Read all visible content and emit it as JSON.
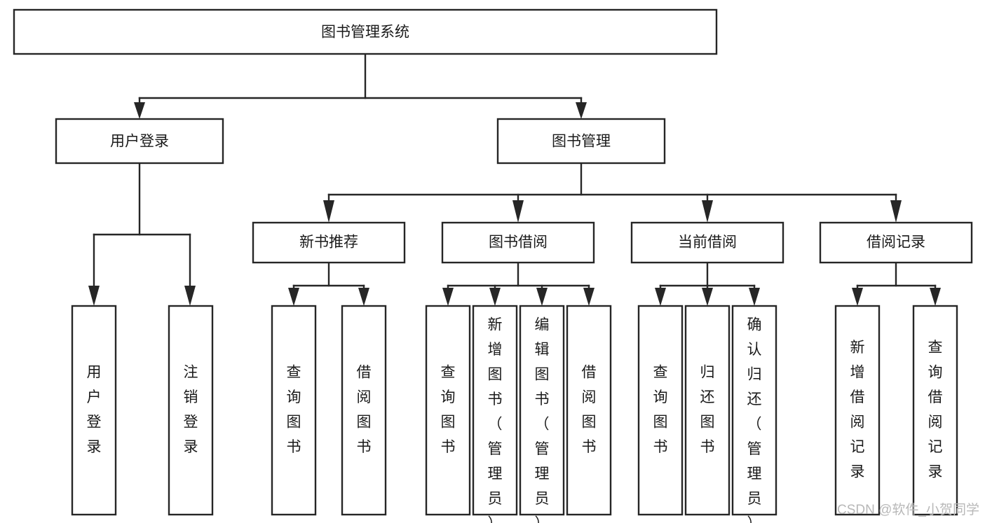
{
  "diagram": {
    "type": "tree",
    "title_node": "图书管理系统",
    "watermark": "CSDN @软件_小贺同学",
    "colors": {
      "box_stroke": "#262626",
      "box_fill": "#ffffff",
      "text": "#1a1a1a",
      "connector": "#262626",
      "watermark": "#b8b8b8",
      "background": "#ffffff"
    },
    "levels": {
      "level0": [
        {
          "id": "root",
          "label": "图书管理系统"
        }
      ],
      "level1": [
        {
          "id": "user-login",
          "label": "用户登录"
        },
        {
          "id": "book-manage",
          "label": "图书管理"
        }
      ],
      "level2": [
        {
          "id": "new-book-rec",
          "label": "新书推荐",
          "parent": "book-manage"
        },
        {
          "id": "book-borrow",
          "label": "图书借阅",
          "parent": "book-manage"
        },
        {
          "id": "current-borrow",
          "label": "当前借阅",
          "parent": "book-manage"
        },
        {
          "id": "borrow-record",
          "label": "借阅记录",
          "parent": "book-manage"
        }
      ],
      "level3": [
        {
          "id": "leaf-user-login",
          "label": "用户登录",
          "parent": "user-login"
        },
        {
          "id": "leaf-user-logout",
          "label": "注销登录",
          "parent": "user-login"
        },
        {
          "id": "leaf-query-book-1",
          "label": "查询图书",
          "parent": "new-book-rec"
        },
        {
          "id": "leaf-borrow-book-1",
          "label": "借阅图书",
          "parent": "new-book-rec"
        },
        {
          "id": "leaf-query-book-2",
          "label": "查询图书",
          "parent": "book-borrow"
        },
        {
          "id": "leaf-add-book",
          "label": "新增图书（管理员）",
          "parent": "book-borrow"
        },
        {
          "id": "leaf-edit-book",
          "label": "编辑图书（管理员）",
          "parent": "book-borrow"
        },
        {
          "id": "leaf-borrow-book-2",
          "label": "借阅图书",
          "parent": "book-borrow"
        },
        {
          "id": "leaf-query-book-3",
          "label": "查询图书",
          "parent": "current-borrow"
        },
        {
          "id": "leaf-return-book",
          "label": "归还图书",
          "parent": "current-borrow"
        },
        {
          "id": "leaf-confirm-return",
          "label": "确认归还（管理员）",
          "parent": "current-borrow"
        },
        {
          "id": "leaf-add-record",
          "label": "新增借阅记录",
          "parent": "borrow-record"
        },
        {
          "id": "leaf-query-record",
          "label": "查询借阅记录",
          "parent": "borrow-record"
        }
      ]
    }
  }
}
